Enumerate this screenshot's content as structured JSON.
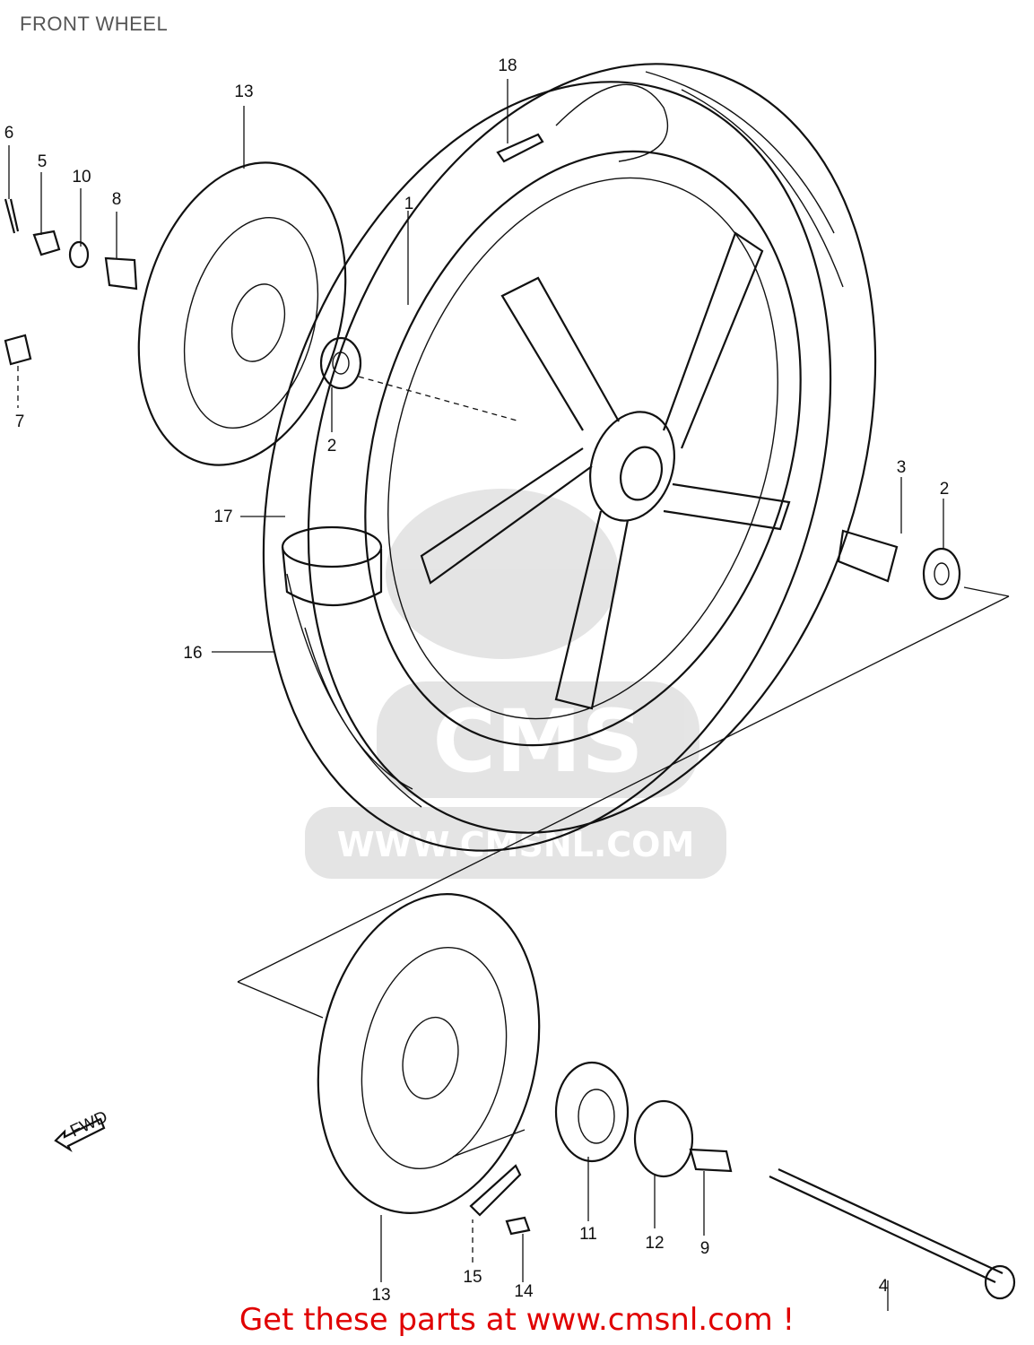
{
  "title": "FRONT WHEEL",
  "footer": "Get these parts at www.cmsnl.com !",
  "watermark": {
    "brand": "CMS",
    "url": "WWW.CMSNL.COM"
  },
  "fwd_marker": "FWD",
  "colors": {
    "footer": "#e00000",
    "title": "#555555",
    "watermark": "#d0d0d0",
    "ink": "#111111"
  },
  "callouts": {
    "c1": "1",
    "c2a": "2",
    "c2b": "2",
    "c3": "3",
    "c4": "4",
    "c5": "5",
    "c6": "6",
    "c7": "7",
    "c8": "8",
    "c9": "9",
    "c10": "10",
    "c11": "11",
    "c12": "12",
    "c13a": "13",
    "c13b": "13",
    "c14": "14",
    "c15": "15",
    "c16": "16",
    "c17": "17",
    "c18": "18"
  }
}
